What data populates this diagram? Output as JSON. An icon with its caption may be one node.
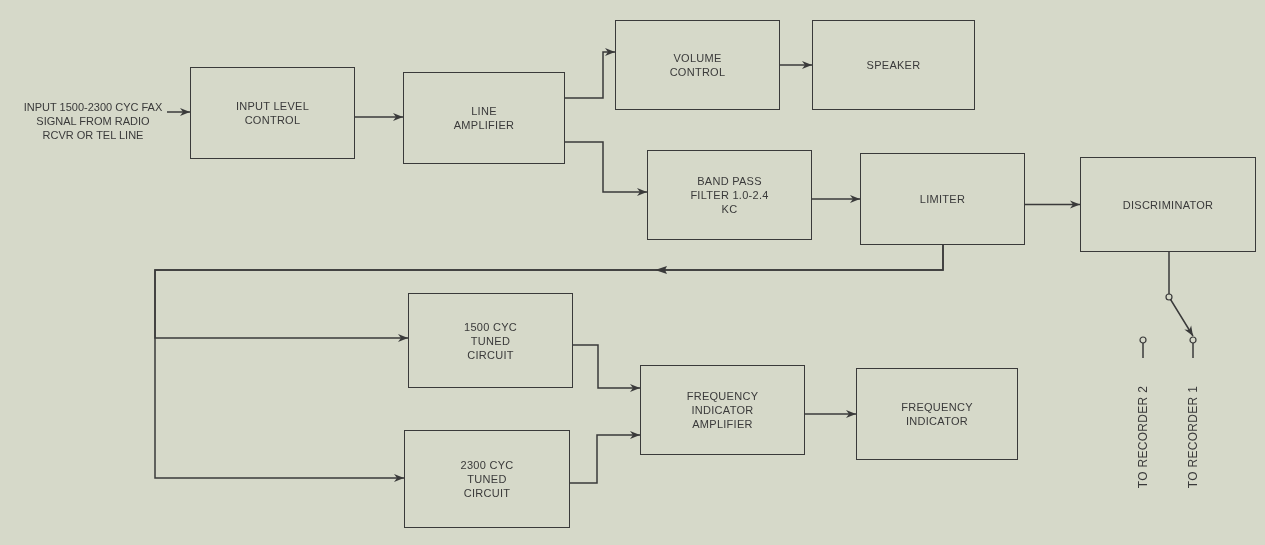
{
  "diagram": {
    "nodes": [
      {
        "text": [
          "INPUT 1500-2300 CYC FAX SIGNAL FROM RADIO RCVR OR TEL LINE"
        ]
      },
      {
        "text": [
          "INPUT LEVEL CONTROL"
        ]
      },
      {
        "text": [
          "LINE AMPLIFIER"
        ]
      },
      {
        "text": [
          "VOLUME CONTROL"
        ]
      },
      {
        "text": [
          "SPEAKER"
        ]
      },
      {
        "text": [
          "BAND PASS FILTER 1.0-2.4 KC"
        ]
      },
      {
        "text": [
          "LIMITER"
        ]
      },
      {
        "text": [
          "DISCRIMINATOR"
        ]
      },
      {
        "text": [
          "1500 CYC TUNED CIRCUIT"
        ]
      },
      {
        "text": [
          "2300 CYC TUNED CIRCUIT"
        ]
      },
      {
        "text": [
          "FREQUENCY INDICATOR AMPLIFIER"
        ]
      },
      {
        "text": [
          "FREQUENCY INDICATOR"
        ]
      },
      {
        "text": [],
        "shape": "circle",
        "beside": [
          "TO RECORDER 2"
        ]
      },
      {
        "text": [],
        "shape": "circle",
        "beside": [
          "TO RECORDER 1"
        ]
      }
    ],
    "edges": [
      {
        "from": 0,
        "to": 1,
        "arrow": "to"
      },
      {
        "from": 1,
        "to": 2,
        "arrow": "to"
      },
      {
        "from": 2,
        "to": 3,
        "arrow": "to"
      },
      {
        "from": 2,
        "to": 5,
        "arrow": "to"
      },
      {
        "from": 3,
        "to": 4,
        "arrow": "to"
      },
      {
        "from": 5,
        "to": 6,
        "arrow": "to"
      },
      {
        "from": 6,
        "to": 7,
        "arrow": "to"
      },
      {
        "from": 6,
        "to": 8,
        "arrow": "to"
      },
      {
        "from": 6,
        "to": 9,
        "arrow": "to"
      },
      {
        "from": 8,
        "to": 10,
        "arrow": "to"
      },
      {
        "from": 9,
        "to": 10,
        "arrow": "to"
      },
      {
        "from": 10,
        "to": 11,
        "arrow": "to"
      },
      {
        "from": 7,
        "to": 13,
        "arrow": "to"
      }
    ]
  }
}
